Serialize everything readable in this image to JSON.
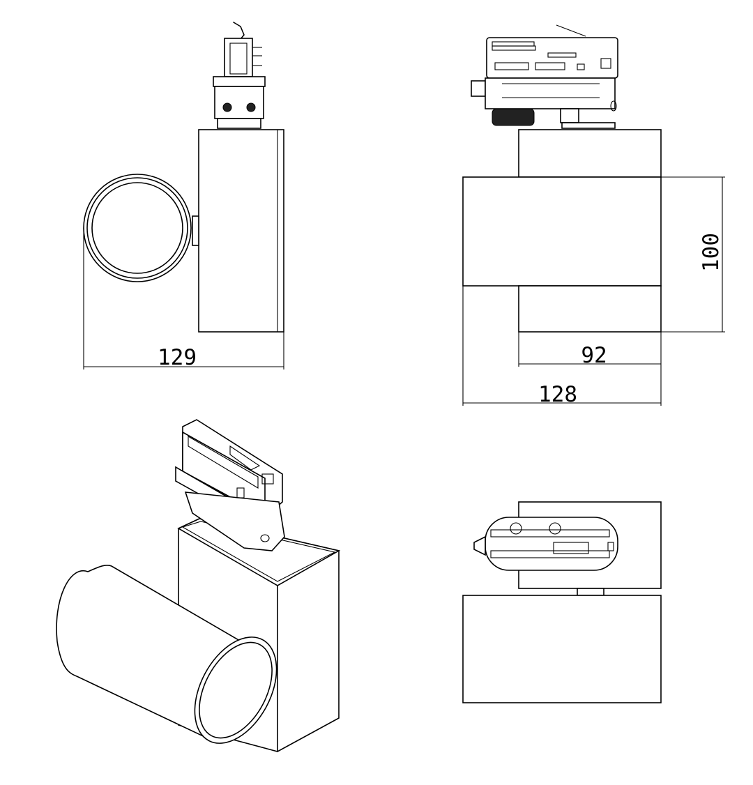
{
  "drawing": {
    "dimensions": {
      "side_width": "129",
      "front_height": "100",
      "front_body_width": "92",
      "front_total_width": "128"
    }
  }
}
